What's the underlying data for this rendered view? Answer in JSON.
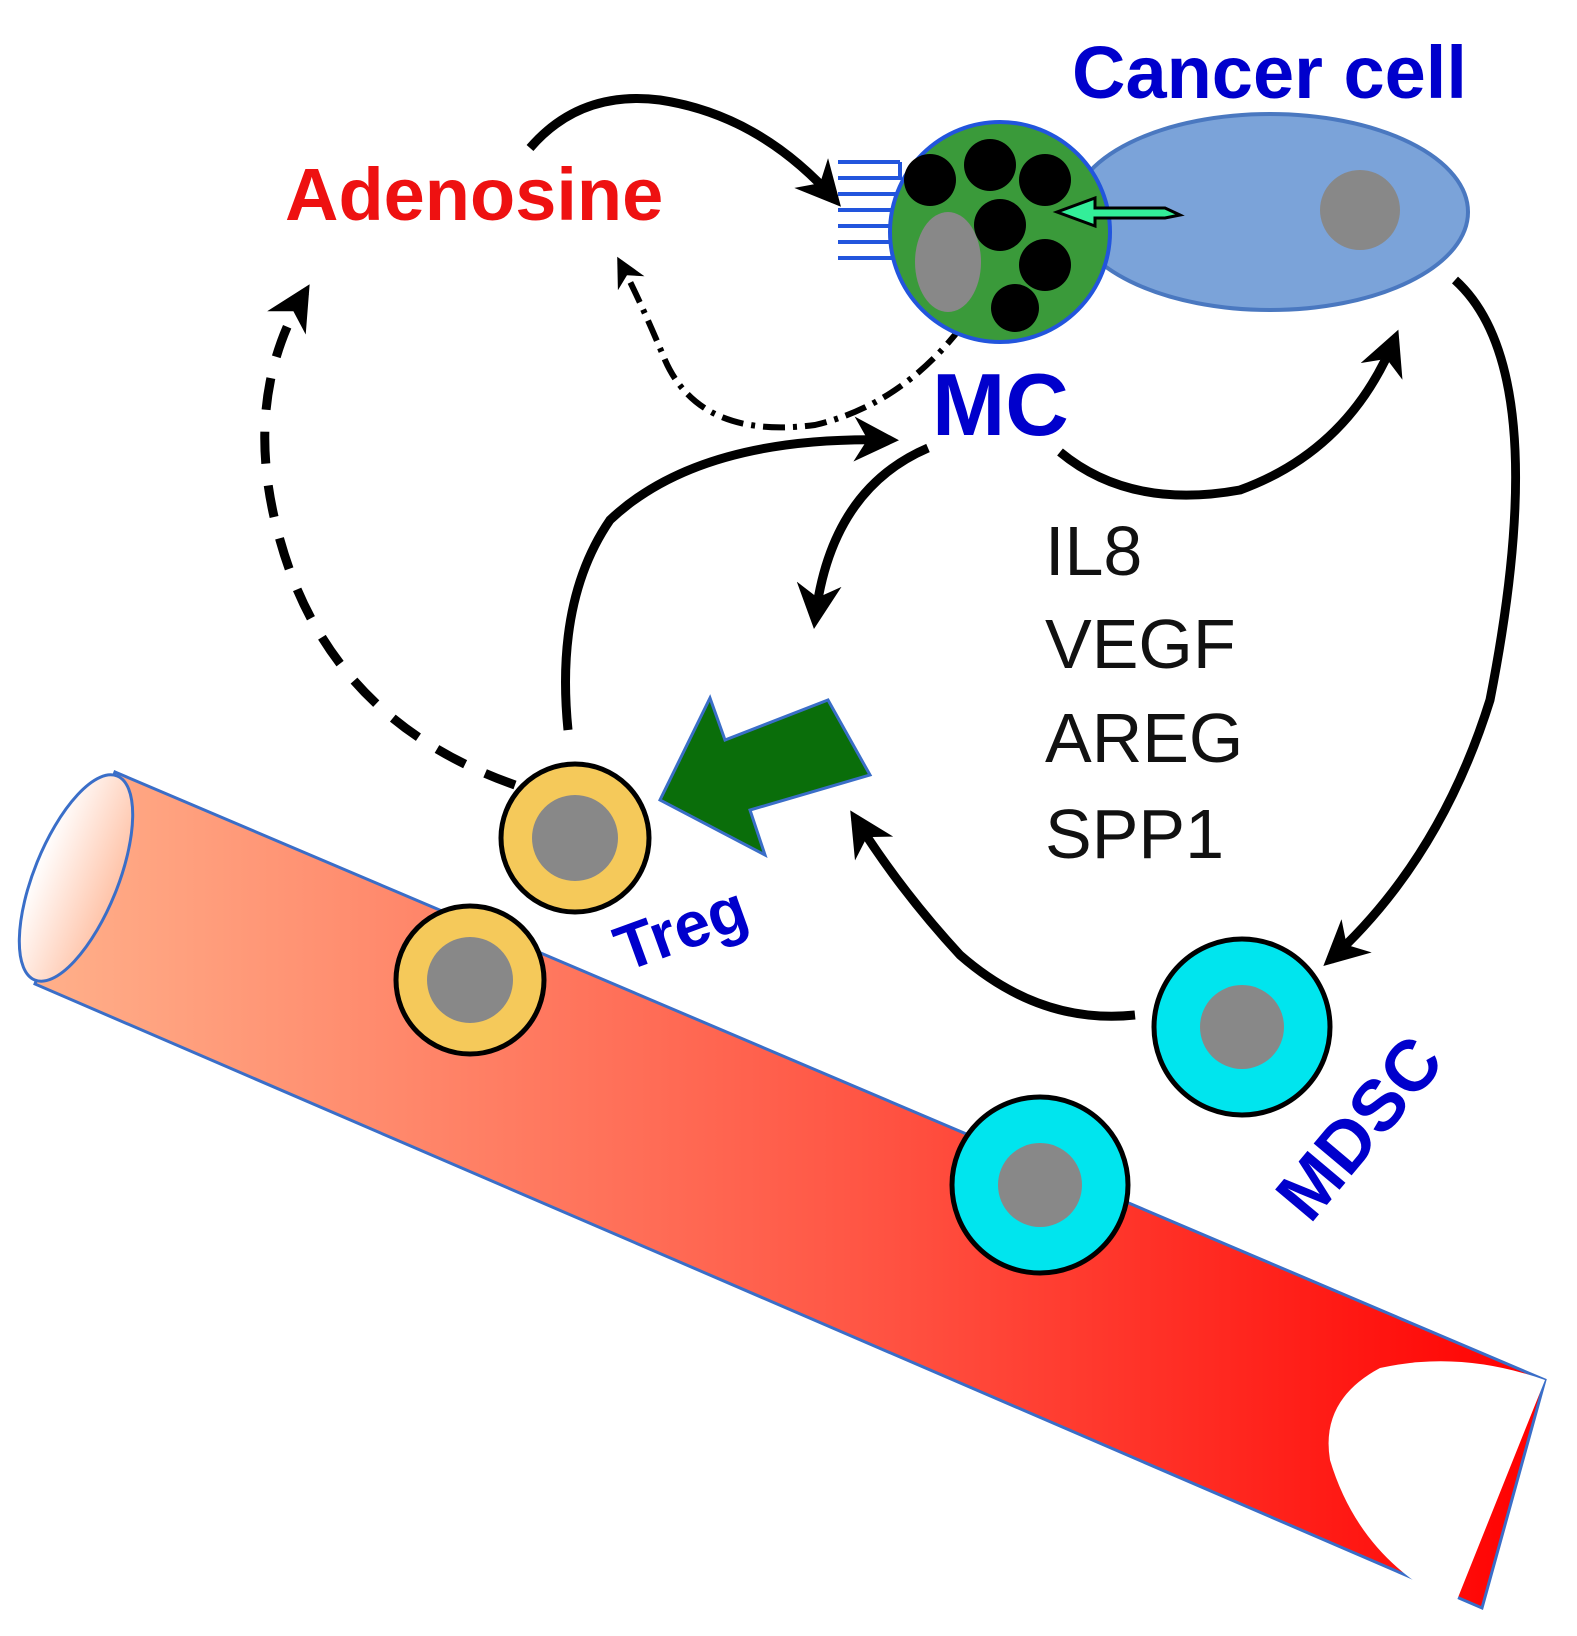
{
  "labels": {
    "adenosine": "Adenosine",
    "cancer_cell": "Cancer cell",
    "mc": "MC",
    "treg": "Treg",
    "mdsc": "MDSC"
  },
  "mediators": [
    "IL8",
    "VEGF",
    "AREG",
    "SPP1"
  ],
  "colors": {
    "adenosine_text": "#ee1111",
    "cell_label_text": "#0000cc",
    "mediator_text": "#111111",
    "mast_cell_fill": "#3a9a3a",
    "granule": "#000000",
    "nucleus": "#888888",
    "cancer_cell_fill": "#7ba3d9",
    "cancer_cell_stroke": "#4a78c0",
    "treg_ring": "#f5c95a",
    "mdsc_ring": "#00e5ee",
    "big_arrow": "#0a6e0a",
    "small_arrow": "#33ee99",
    "vessel_start": "#ffb08a",
    "vessel_end": "#ff0000",
    "vessel_stroke": "#3a6ec8",
    "receptor": "#2255dd"
  }
}
